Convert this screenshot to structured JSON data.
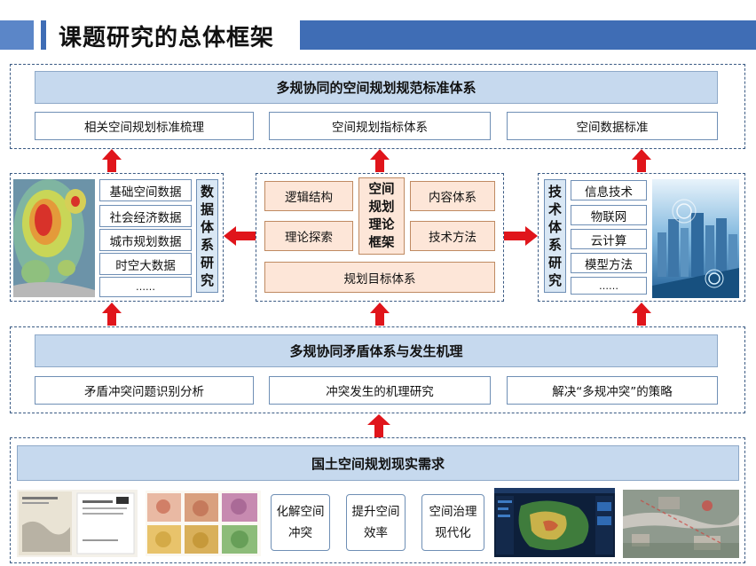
{
  "header": {
    "title": "课题研究的总体框架"
  },
  "top": {
    "banner": "多规协同的空间规划规范标准体系",
    "items": [
      "相关空间规划标准梳理",
      "空间规划指标体系",
      "空间数据标准"
    ]
  },
  "left_panel": {
    "items": [
      "基础空间数据",
      "社会经济数据",
      "城市规划数据",
      "时空大数据",
      "……"
    ],
    "label": "数据体系研究"
  },
  "center_panel": {
    "top_left": "逻辑结构",
    "mid_left": "理论探索",
    "core": "空间规划理论框架",
    "top_right": "内容体系",
    "mid_right": "技术方法",
    "bottom": "规划目标体系"
  },
  "right_panel": {
    "label": "技术体系研究",
    "items": [
      "信息技术",
      "物联网",
      "云计算",
      "模型方法",
      "……"
    ]
  },
  "middle": {
    "banner": "多规协同矛盾体系与发生机理",
    "items": [
      "矛盾冲突问题识别分析",
      "冲突发生的机理研究",
      "解决“多规冲突”的策略"
    ]
  },
  "bottom": {
    "banner": "国土空间规划现实需求",
    "outcomes": [
      "化解空间冲突",
      "提升空间效率",
      "空间治理现代化"
    ],
    "outcome_lines": [
      [
        "化解空间",
        "冲突"
      ],
      [
        "提升空间",
        "效率"
      ],
      [
        "空间治理",
        "现代化"
      ]
    ]
  },
  "colors": {
    "header_bar": "#3f6db5",
    "banner_fill": "#c6d9ee",
    "peach_fill": "#fde6d8",
    "arrow_red": "#e0151b",
    "border_dash": "#3b5b84"
  }
}
